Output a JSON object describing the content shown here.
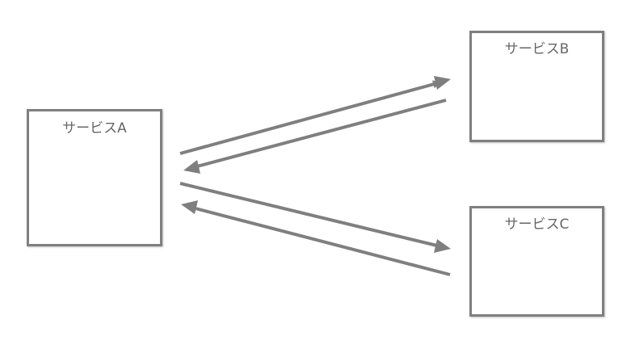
{
  "services": {
    "a": {
      "label": "サービスA"
    },
    "b": {
      "label": "サービスB"
    },
    "c": {
      "label": "サービスC"
    }
  },
  "connections": [
    {
      "from": "a",
      "to": "b"
    },
    {
      "from": "b",
      "to": "a"
    },
    {
      "from": "a",
      "to": "c"
    },
    {
      "from": "c",
      "to": "a"
    }
  ],
  "colors": {
    "stroke": "#7f7f7f",
    "label": "#666666",
    "background": "#ffffff"
  }
}
